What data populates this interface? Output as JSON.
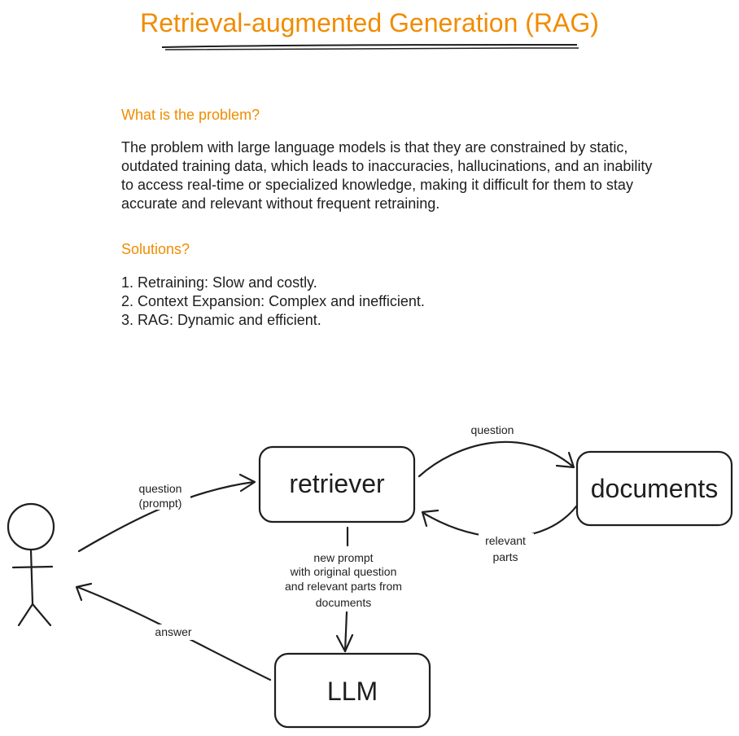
{
  "title": "Retrieval-augmented Generation (RAG)",
  "problem": {
    "heading": "What is the problem?",
    "text": "The problem with large language models is that they are constrained by static, outdated training data, which leads to inaccuracies, hallucinations, and an inability to access real-time or specialized knowledge, making it difficult for them to stay accurate and relevant without frequent retraining."
  },
  "solutions": {
    "heading": "Solutions?",
    "items": [
      "1. Retraining: Slow and costly.",
      "2. Context Expansion: Complex and inefficient.",
      "3. RAG: Dynamic and efficient."
    ]
  },
  "diagram": {
    "nodes": {
      "retriever": "retriever",
      "documents": "documents",
      "llm": "LLM"
    },
    "edges": {
      "user_to_retriever": [
        "question",
        "(prompt)"
      ],
      "retriever_to_documents": "question",
      "documents_to_retriever": [
        "relevant",
        "parts"
      ],
      "retriever_to_llm": [
        "new prompt",
        "with original question",
        "and relevant parts from",
        "documents"
      ],
      "llm_to_user": "answer"
    }
  },
  "colors": {
    "accent": "#f08c00",
    "ink": "#1e1e1e"
  }
}
